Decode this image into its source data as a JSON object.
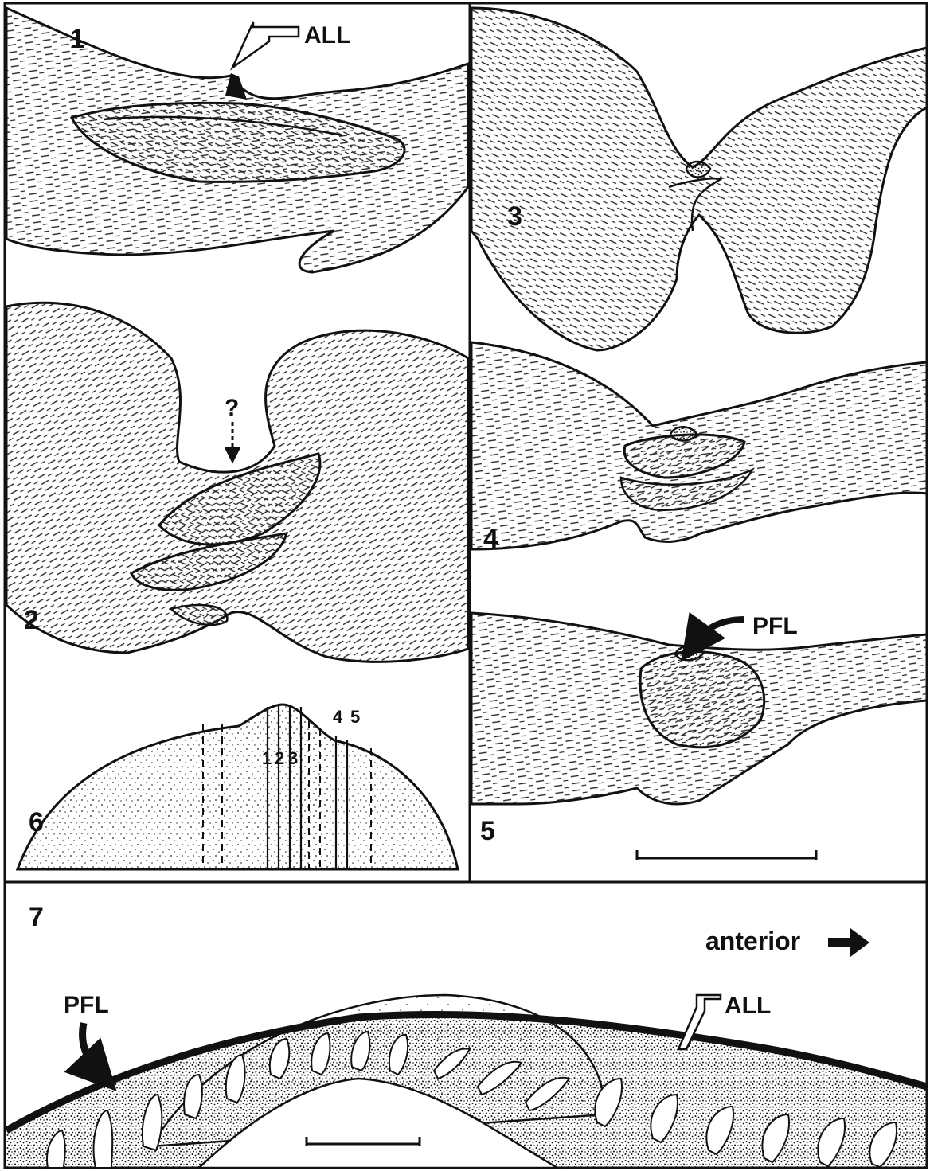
{
  "panels": [
    {
      "id": "1",
      "number": "1",
      "annotation": "ALL"
    },
    {
      "id": "2",
      "number": "2",
      "annotation": "?"
    },
    {
      "id": "3",
      "number": "3"
    },
    {
      "id": "4",
      "number": "4"
    },
    {
      "id": "5",
      "number": "5",
      "annotation": "PFL"
    },
    {
      "id": "6",
      "number": "6",
      "section_marks": [
        "1",
        "2",
        "3",
        "4",
        "5"
      ]
    },
    {
      "id": "7",
      "number": "7",
      "direction_label": "anterior",
      "labels": [
        "PFL",
        "ALL"
      ]
    }
  ],
  "colors": {
    "ink": "#111111",
    "paper": "#ffffff"
  }
}
